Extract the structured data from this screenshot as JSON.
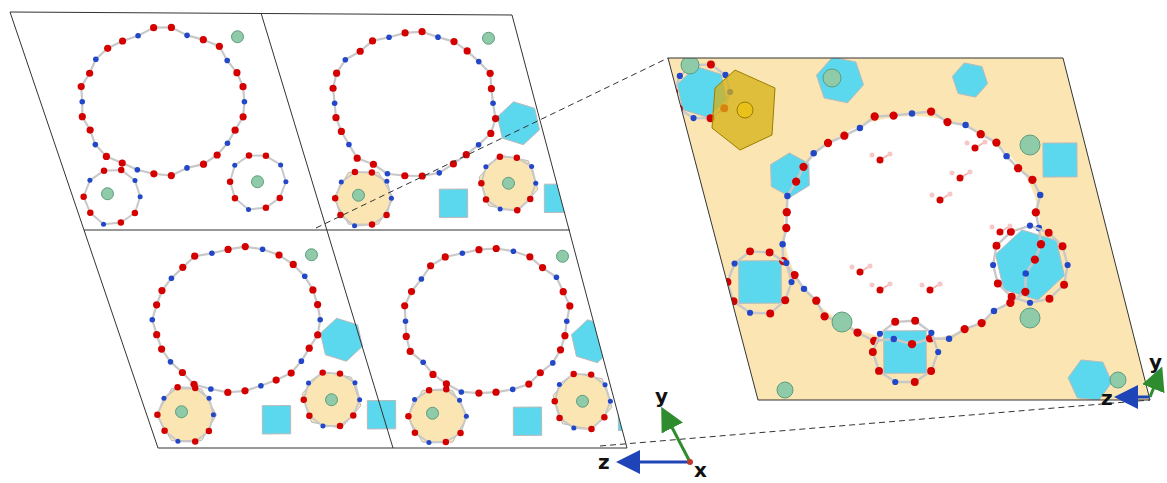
{
  "diagram": {
    "labels": [
      "y",
      "z",
      "x",
      "y",
      "z"
    ]
  }
}
